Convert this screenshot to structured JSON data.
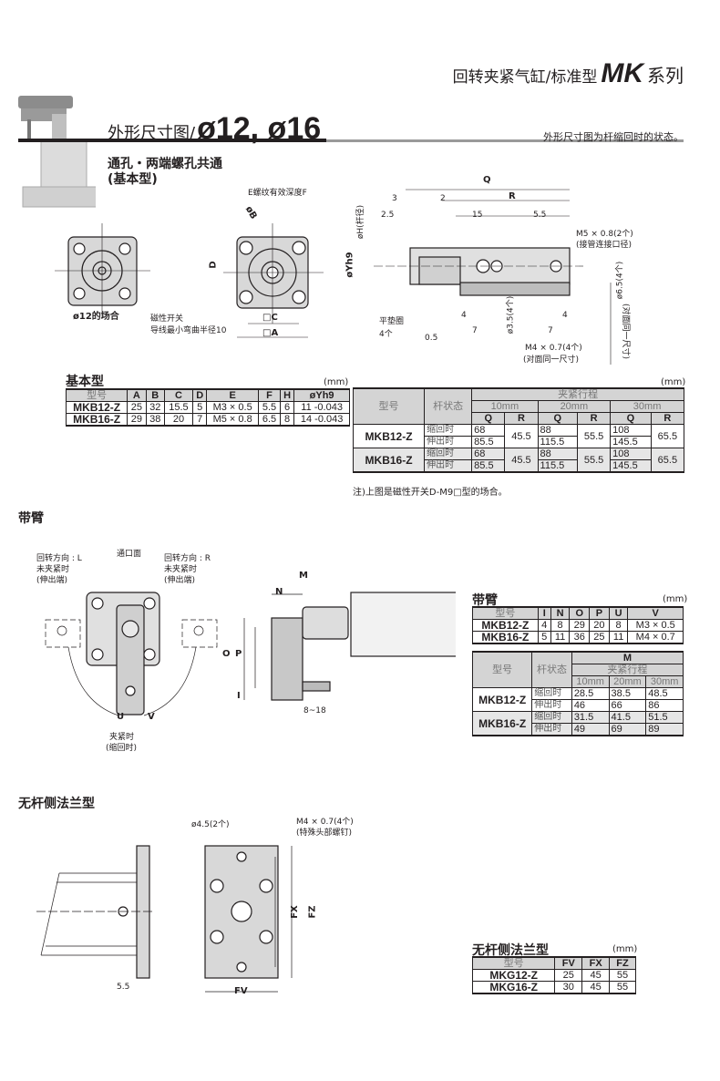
{
  "header": {
    "series_prefix": "回转夹紧气缸/标准型",
    "series_code": "MK",
    "series_suffix": "系列"
  },
  "section": {
    "title_prefix": "外形尺寸图/",
    "title_sizes": "ø12, ø16",
    "note": "外形尺寸图为杆缩回时的状态。",
    "subtitle_line1": "通孔・两端螺孔共通",
    "subtitle_line2": "(基本型)"
  },
  "drawing_basic": {
    "case_12": "ø12的场合",
    "E_label": "E螺纹有效深度F",
    "B_label": "øB",
    "D_label": "D",
    "C_label": "□C",
    "A_label": "□A",
    "switch_line1": "磁性开关",
    "switch_line2": "导线最小弯曲半径10",
    "Q": "Q",
    "R": "R",
    "d3": "3",
    "d2": "2",
    "d25": "2.5",
    "d15": "15",
    "d55": "5.5",
    "H_label": "øH(杆径)",
    "Yh9_label": "øYh9",
    "M5_line1": "M5 × 0.8(2个)",
    "M5_line2": "(接管连接口径)",
    "d65": "ø6.5(4个)",
    "d65_b": "(对面同一尺寸)",
    "washer_line1": "平垫圈",
    "washer_line2": "4个",
    "d05": "0.5",
    "d4a": "4",
    "d7a": "7",
    "d35": "ø3.5(4个)",
    "d7b": "7",
    "d4b": "4",
    "M4_line1": "M4 × 0.7(4个)",
    "M4_line2": "(对面同一尺寸)"
  },
  "basic_table": {
    "title": "基本型",
    "unit": "(mm)",
    "headers": [
      "型号",
      "A",
      "B",
      "C",
      "D",
      "E",
      "F",
      "H",
      "øYh9"
    ],
    "rows": [
      [
        "MKB12-Z",
        "25",
        "32",
        "15.5",
        "5",
        "M3 × 0.5",
        "5.5",
        "6",
        "11 -0.043"
      ],
      [
        "MKB16-Z",
        "29",
        "38",
        "20",
        "7",
        "M5 × 0.8",
        "6.5",
        "8",
        "14 -0.043"
      ]
    ]
  },
  "stroke_table": {
    "unit": "(mm)",
    "h_model": "型号",
    "h_state": "杆状态",
    "h_stroke": "夹紧行程",
    "strokes": [
      "10mm",
      "20mm",
      "30mm"
    ],
    "q": "Q",
    "r": "R",
    "groups": [
      {
        "model": "MKB12-Z",
        "states": [
          "缩回时",
          "伸出时"
        ],
        "q": [
          [
            "68",
            "85.5"
          ],
          [
            "88",
            "115.5"
          ],
          [
            "108",
            "145.5"
          ]
        ],
        "r": [
          "45.5",
          "55.5",
          "65.5"
        ]
      },
      {
        "model": "MKB16-Z",
        "states": [
          "缩回时",
          "伸出时"
        ],
        "q": [
          [
            "68",
            "85.5"
          ],
          [
            "88",
            "115.5"
          ],
          [
            "108",
            "145.5"
          ]
        ],
        "r": [
          "45.5",
          "55.5",
          "65.5"
        ]
      }
    ],
    "note": "注)上图是磁性开关D-M9□型的场合。"
  },
  "arm_section": {
    "title": "带臂",
    "rot_L_1": "回转方向 : L",
    "rot_L_2": "未夹紧时",
    "rot_L_3": "(伸出端)",
    "port_face": "通口面",
    "rot_R_1": "回转方向 : R",
    "rot_R_2": "未夹紧时",
    "rot_R_3": "(伸出端)",
    "clamp_1": "夹紧时",
    "clamp_2": "(缩回时)",
    "U": "U",
    "V": "V",
    "M": "M",
    "N": "N",
    "O": "O",
    "P": "P",
    "I": "I",
    "range": "8~18"
  },
  "arm_table": {
    "title": "带臂",
    "unit": "(mm)",
    "headers": [
      "型号",
      "I",
      "N",
      "O",
      "P",
      "U",
      "V"
    ],
    "rows": [
      [
        "MKB12-Z",
        "4",
        "8",
        "29",
        "20",
        "8",
        "M3 × 0.5"
      ],
      [
        "MKB16-Z",
        "5",
        "11",
        "36",
        "25",
        "11",
        "M4 × 0.7"
      ]
    ]
  },
  "arm_m_table": {
    "h_model": "型号",
    "h_state": "杆状态",
    "h_m": "M",
    "h_stroke": "夹紧行程",
    "strokes": [
      "10mm",
      "20mm",
      "30mm"
    ],
    "groups": [
      {
        "model": "MKB12-Z",
        "states": [
          "缩回时",
          "伸出时"
        ],
        "rows": [
          [
            "28.5",
            "38.5",
            "48.5"
          ],
          [
            "46",
            "66",
            "86"
          ]
        ]
      },
      {
        "model": "MKB16-Z",
        "states": [
          "缩回时",
          "伸出时"
        ],
        "rows": [
          [
            "31.5",
            "41.5",
            "51.5"
          ],
          [
            "49",
            "69",
            "89"
          ]
        ]
      }
    ]
  },
  "flange_section": {
    "title": "无杆侧法兰型",
    "hole": "ø4.5(2个)",
    "screw_1": "M4 × 0.7(4个)",
    "screw_2": "(特殊头部螺钉)",
    "FX": "FX",
    "FZ": "FZ",
    "FV": "FV",
    "d55": "5.5"
  },
  "flange_table": {
    "title": "无杆侧法兰型",
    "unit": "(mm)",
    "headers": [
      "型号",
      "FV",
      "FX",
      "FZ"
    ],
    "rows": [
      [
        "MKG12-Z",
        "25",
        "45",
        "55"
      ],
      [
        "MKG16-Z",
        "30",
        "45",
        "55"
      ]
    ]
  }
}
